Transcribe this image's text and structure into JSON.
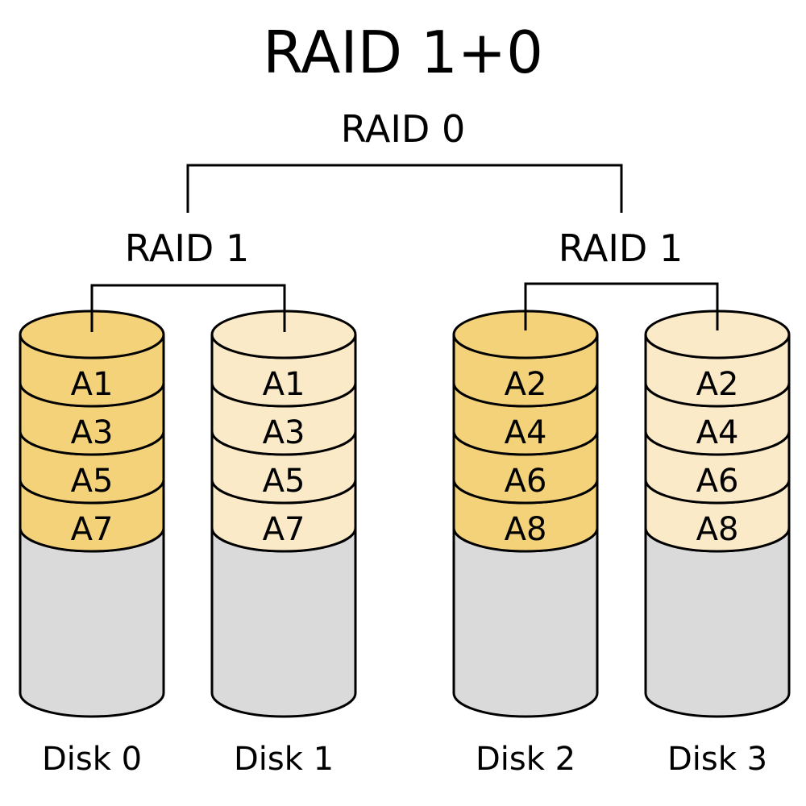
{
  "title": "RAID 1+0",
  "raid0_label": "RAID 0",
  "mirror_groups": [
    {
      "label": "RAID 1"
    },
    {
      "label": "RAID 1"
    }
  ],
  "colors": {
    "primary_block": "#f3d27a",
    "mirror_block": "#faeac8",
    "empty_space": "#dadada",
    "stroke": "#000000"
  },
  "disks": [
    {
      "label": "Disk 0",
      "style": "primary",
      "blocks": [
        "A1",
        "A3",
        "A5",
        "A7"
      ]
    },
    {
      "label": "Disk 1",
      "style": "mirror",
      "blocks": [
        "A1",
        "A3",
        "A5",
        "A7"
      ]
    },
    {
      "label": "Disk 2",
      "style": "primary",
      "blocks": [
        "A2",
        "A4",
        "A6",
        "A8"
      ]
    },
    {
      "label": "Disk 3",
      "style": "mirror",
      "blocks": [
        "A2",
        "A4",
        "A6",
        "A8"
      ]
    }
  ]
}
